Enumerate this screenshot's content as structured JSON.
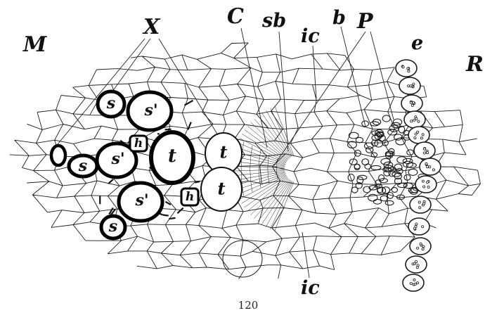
{
  "figure": {
    "page_number": "120",
    "labels": {
      "M": "M",
      "X": "X",
      "C": "C",
      "sb": "sb",
      "ic_top": "ic",
      "b": "b",
      "P": "P",
      "e": "e",
      "R": "R",
      "ic_bottom": "ic"
    },
    "cell_labels": {
      "s": "s",
      "s_prime": "s'",
      "h": "h",
      "t": "t"
    }
  }
}
